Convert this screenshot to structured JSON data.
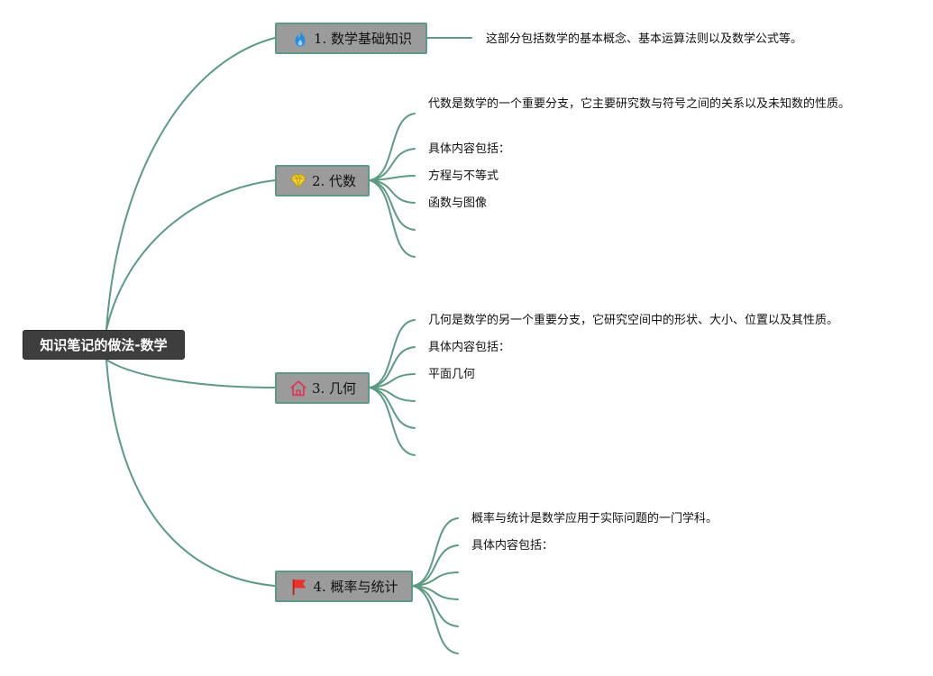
{
  "root": {
    "label": "知识笔记的做法-数学"
  },
  "topics": [
    {
      "label": "1. 数学基础知识",
      "icon": "flame-icon",
      "notes": [
        "这部分包括数学的基本概念、基本运算法则以及数学公式等。"
      ]
    },
    {
      "label": "2. 代数",
      "icon": "diamond-icon",
      "notes": [
        "代数是数学的一个重要分支，它主要研究数与符号之间的关系以及未知数的性质。",
        "具体内容包括：",
        "方程与不等式",
        "函数与图像"
      ]
    },
    {
      "label": "3. 几何",
      "icon": "house-icon",
      "notes": [
        "几何是数学的另一个重要分支，它研究空间中的形状、大小、位置以及其性质。",
        "具体内容包括：",
        "平面几何"
      ]
    },
    {
      "label": "4. 概率与统计",
      "icon": "flag-icon",
      "notes": [
        "概率与统计是数学应用于实际问题的一门学科。",
        "具体内容包括："
      ]
    }
  ],
  "colors": {
    "connector": "#5e9a83",
    "topic_fill": "#9b9b9b",
    "root_fill": "#3e3e3e",
    "flame": "#2a8de0",
    "diamond": "#f2d23a",
    "house": "#d93c5a",
    "flag": "#e8332a"
  }
}
